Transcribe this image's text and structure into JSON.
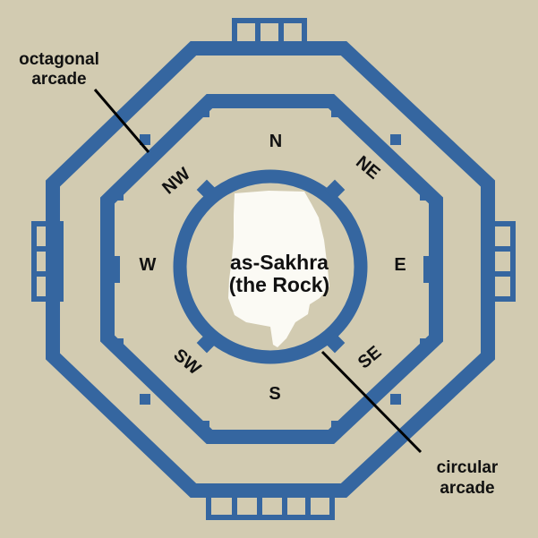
{
  "labels": {
    "octagonal_line1": "octagonal",
    "octagonal_line2": "arcade",
    "circular_line1": "circular",
    "circular_line2": "arcade",
    "rock_line1": "as-Sakhra",
    "rock_line2": "(the Rock)"
  },
  "compass": {
    "n": "N",
    "ne": "NE",
    "e": "E",
    "se": "SE",
    "s": "S",
    "sw": "SW",
    "w": "W",
    "nw": "NW"
  },
  "colors": {
    "background": "#d2cbb1",
    "structure": "#3566a0",
    "rock": "#fbfaf4",
    "text": "#111111"
  }
}
